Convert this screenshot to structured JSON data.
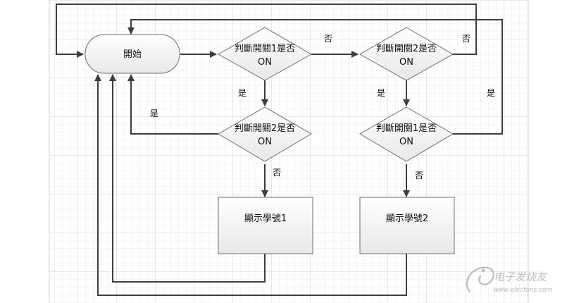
{
  "nodes": {
    "start": "開始",
    "decision_s1_top": "判斷開關1是否",
    "decision_s2_top": "判斷開關2是否",
    "decision_s2_bottom": "判斷開關2是否",
    "decision_s1_bottom": "判斷開關1是否",
    "on_text": "ON",
    "show_id1": "顯示學號1",
    "show_id2": "顯示學號2"
  },
  "edge_labels": {
    "yes": "是",
    "no": "否"
  },
  "watermark": {
    "brand": "电子发烧友",
    "url": "www.elecfans.com"
  },
  "colors": {
    "grid_minor": "#e3e3e3",
    "grid_major": "#cfcfcf",
    "node_fill_top": "#ffffff",
    "node_fill_bottom": "#e9e9e9",
    "edge": "#3d3d3d"
  }
}
